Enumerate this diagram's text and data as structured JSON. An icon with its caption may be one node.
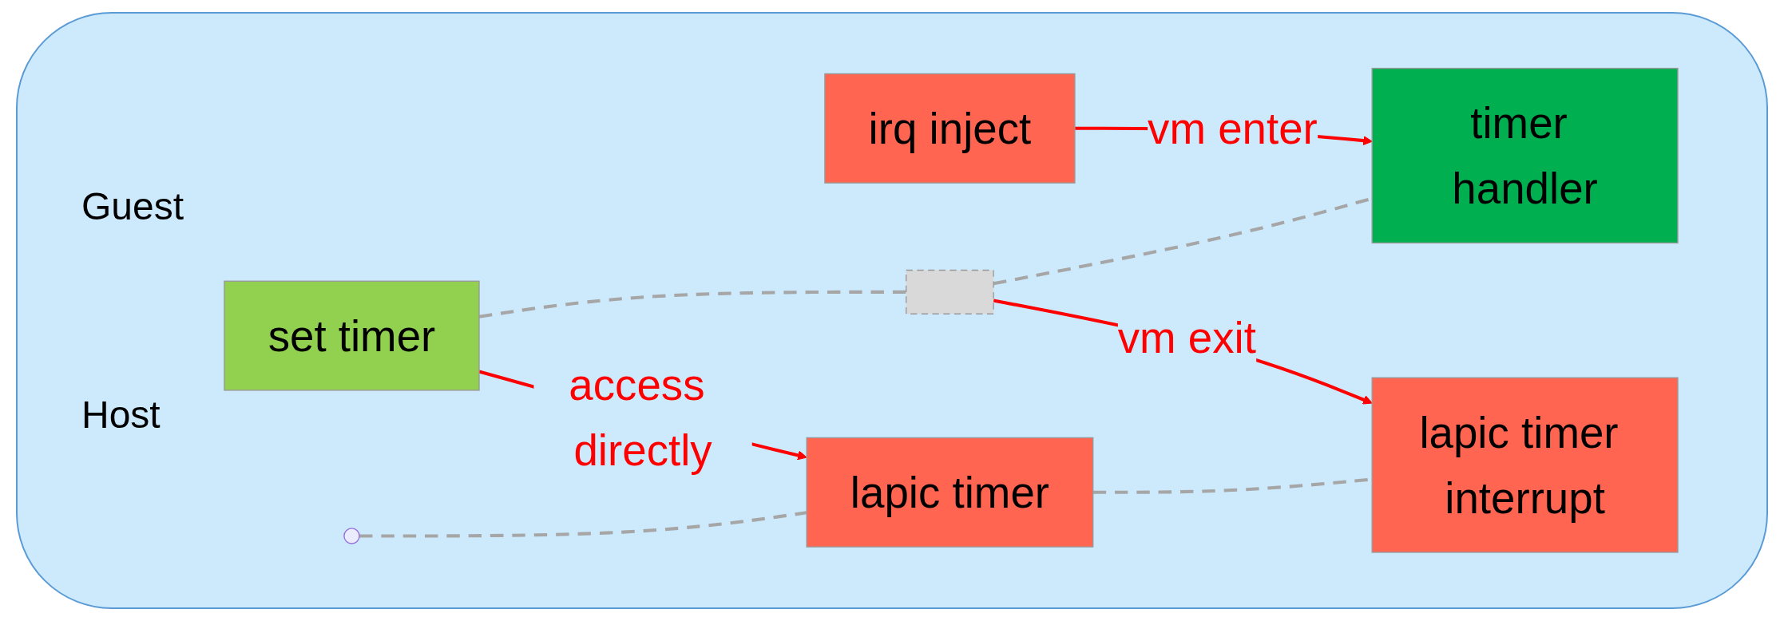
{
  "diagram": {
    "nodes": [
      {
        "text": [
          "set timer"
        ]
      },
      {
        "text": [],
        "shape": "box"
      },
      {
        "text": [
          "timer handler"
        ]
      },
      {
        "text": [
          "lapic timer"
        ]
      },
      {
        "text": [
          "lapic timer interrupt"
        ]
      },
      {
        "text": [
          "irq inject"
        ]
      }
    ],
    "edges": [
      {
        "from": 0,
        "to": 1,
        "arrow": "none",
        "style": "dashed"
      },
      {
        "from": 1,
        "to": 2,
        "arrow": "none",
        "style": "dashed"
      },
      {
        "from": null,
        "to": 3,
        "arrow": "none",
        "style": "dashed"
      },
      {
        "from": 3,
        "to": 4,
        "arrow": "none",
        "style": "dashed"
      },
      {
        "from": 0,
        "to": 3,
        "arrow": "to",
        "label": "access directly",
        "color": "#ff0000"
      },
      {
        "from": 1,
        "to": 4,
        "arrow": "to",
        "label": "vm exit",
        "color": "#ff0000"
      },
      {
        "from": 5,
        "to": 2,
        "arrow": "to",
        "label": "vm enter",
        "color": "#ff0000"
      }
    ],
    "labels": [
      "Guest",
      "Host"
    ]
  }
}
